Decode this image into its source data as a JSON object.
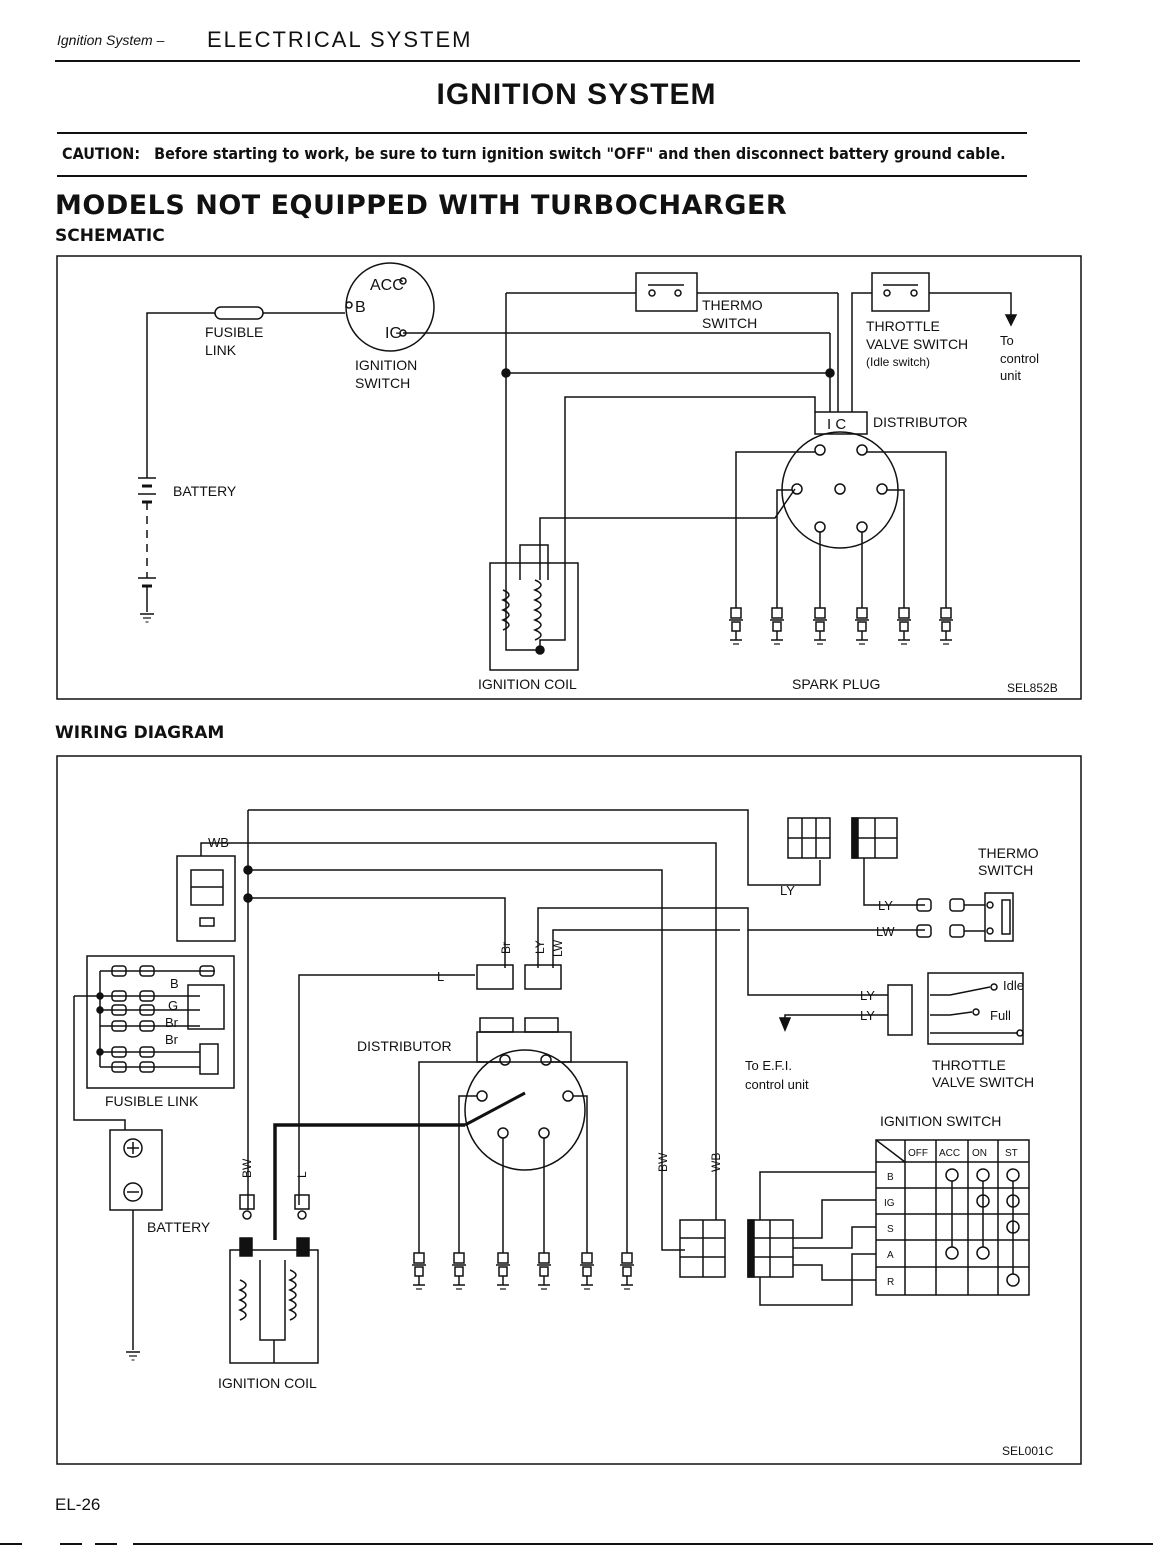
{
  "header": {
    "section_small": "Ignition System –",
    "section_big": "ELECTRICAL SYSTEM"
  },
  "title": "IGNITION SYSTEM",
  "caution": {
    "label": "CAUTION:",
    "text": "Before starting to work, be sure to turn ignition switch \"OFF\" and then disconnect battery ground cable."
  },
  "models_heading": "MODELS NOT EQUIPPED WITH TURBOCHARGER",
  "schematic": {
    "heading": "SCHEMATIC",
    "labels": {
      "fusible_link": "FUSIBLE",
      "fusible_link_2": "LINK",
      "battery": "BATTERY",
      "ignition_switch": "IGNITION",
      "ignition_switch_2": "SWITCH",
      "acc": "ACC",
      "b": "B",
      "ig": "IG",
      "thermo": "THERMO",
      "thermo_2": "SWITCH",
      "throttle": "THROTTLE",
      "throttle_2": "VALVE SWITCH",
      "throttle_3": "(Idle switch)",
      "to": "To",
      "control": "control",
      "unit": "unit",
      "ic": "I C",
      "distributor": "DISTRIBUTOR",
      "ignition_coil": "IGNITION COIL",
      "spark_plug": "SPARK PLUG",
      "code": "SEL852B"
    }
  },
  "wiring": {
    "heading": "WIRING DIAGRAM",
    "labels": {
      "wb": "WB",
      "b": "B",
      "g": "G",
      "br": "Br",
      "br2": "Br",
      "fusible_link": "FUSIBLE LINK",
      "battery": "BATTERY",
      "l": "L",
      "br_wire": "Br",
      "ly_wire": "LY",
      "lw_wire": "LW",
      "distributor": "DISTRIBUTOR",
      "bw": "BW",
      "l2": "L",
      "ignition_coil": "IGNITION COIL",
      "ly": "LY",
      "thermo": "THERMO",
      "thermo_2": "SWITCH",
      "ly2": "LY",
      "lw2": "LW",
      "ly3": "LY",
      "ly4": "LY",
      "idle": "Idle",
      "full": "Full",
      "to_efi": "To E.F.I.",
      "control_unit": "control unit",
      "throttle": "THROTTLE",
      "throttle_2": "VALVE SWITCH",
      "ignition_switch": "IGNITION SWITCH",
      "bw2": "BW",
      "wb2": "WB",
      "code": "SEL001C"
    },
    "switch_table": {
      "columns": [
        "OFF",
        "ACC",
        "ON",
        "ST"
      ],
      "rows": [
        "B",
        "IG",
        "S",
        "A",
        "R"
      ]
    }
  },
  "page_number": "EL-26"
}
